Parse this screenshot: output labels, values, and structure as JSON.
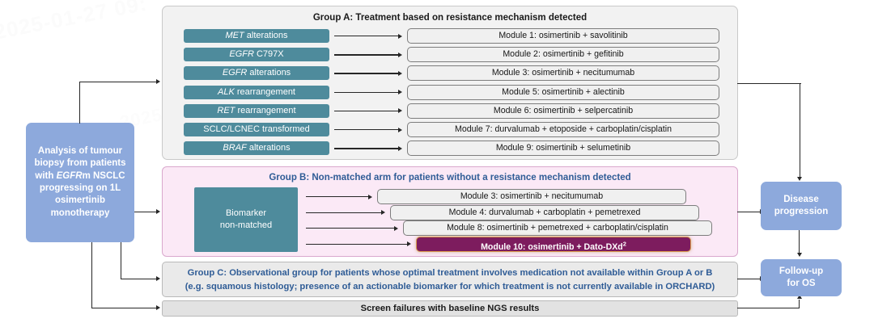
{
  "diagram": {
    "title": "ORCHARD study design flow diagram",
    "watermark": "2025-01-27 09:",
    "footnote": "",
    "colors": {
      "teal": "#4e8b9c",
      "blue": "#8da9dc",
      "purple_highlight": "#7d1c5e",
      "highlight_border": "#d99a4e",
      "groupA_bg": "#f2f2f2",
      "groupB_bg": "#fbe9f6",
      "groupB_border": "#d9a8cd",
      "groupC_bg": "#eaeaea",
      "title_blue": "#2f5c96"
    }
  },
  "entry": {
    "label_html": "Analysis of tumour biopsy from patients with <i>EGFR</i>m NSCLC progressing on 1L osimertinib monotherapy",
    "label": "Analysis of tumour biopsy from patients with EGFRm NSCLC progressing on 1L osimertinib monotherapy"
  },
  "groupA": {
    "title": "Group A: Treatment based on resistance mechanism detected",
    "rows": [
      {
        "biomarker_html": "<i>MET</i> alterations",
        "biomarker": "MET alterations",
        "module": "Module 1: osimertinib + savolitinib"
      },
      {
        "biomarker_html": "<i>EGFR</i> C797X",
        "biomarker": "EGFR C797X",
        "module": "Module 2: osimertinib + gefitinib"
      },
      {
        "biomarker_html": "<i>EGFR</i> alterations",
        "biomarker": "EGFR alterations",
        "module": "Module 3: osimertinib + necitumumab"
      },
      {
        "biomarker_html": "<i>ALK</i> rearrangement",
        "biomarker": "ALK rearrangement",
        "module": "Module 5: osimertinib + alectinib"
      },
      {
        "biomarker_html": "<i>RET</i> rearrangement",
        "biomarker": "RET rearrangement",
        "module": "Module 6: osimertinib + selpercatinib"
      },
      {
        "biomarker_html": "SCLC/LCNEC transformed",
        "biomarker": "SCLC/LCNEC transformed",
        "module": "Module 7: durvalumab + etoposide + carboplatin/cisplatin"
      },
      {
        "biomarker_html": "<i>BRAF</i> alterations",
        "biomarker": "BRAF alterations",
        "module": "Module 9: osimertinib + selumetinib"
      }
    ]
  },
  "groupB": {
    "title": "Group B: Non-matched arm for patients without a resistance mechanism detected",
    "biomarker_block": "Biomarker non-matched",
    "biomarker_block_line1": "Biomarker",
    "biomarker_block_line2": "non-matched",
    "modules": [
      {
        "label": "Module 3: osimertinib + necitumumab",
        "highlight": false
      },
      {
        "label": "Module 4: durvalumab + carboplatin + pemetrexed",
        "highlight": false
      },
      {
        "label": "Module 8: osimertinib + pemetrexed + carboplatin/cisplatin",
        "highlight": false
      },
      {
        "label_html": "Module 10: osimertinib + Dato-DXd<sup>2</sup>",
        "label": "Module 10: osimertinib + Dato-DXd2",
        "highlight": true
      }
    ]
  },
  "groupC": {
    "line1": "Group C: Observational group for patients whose optimal treatment involves medication not available within Group A or B",
    "line2": "(e.g. squamous histology; presence of an actionable biomarker for which treatment is not currently available in ORCHARD)"
  },
  "screen_failures": {
    "label": "Screen failures with baseline NGS results"
  },
  "outcomes": {
    "disease_progression": "Disease progression",
    "disease_progression_line1": "Disease",
    "disease_progression_line2": "progression",
    "followup": "Follow-up for OS",
    "followup_line1": "Follow-up",
    "followup_line2": "for OS"
  }
}
